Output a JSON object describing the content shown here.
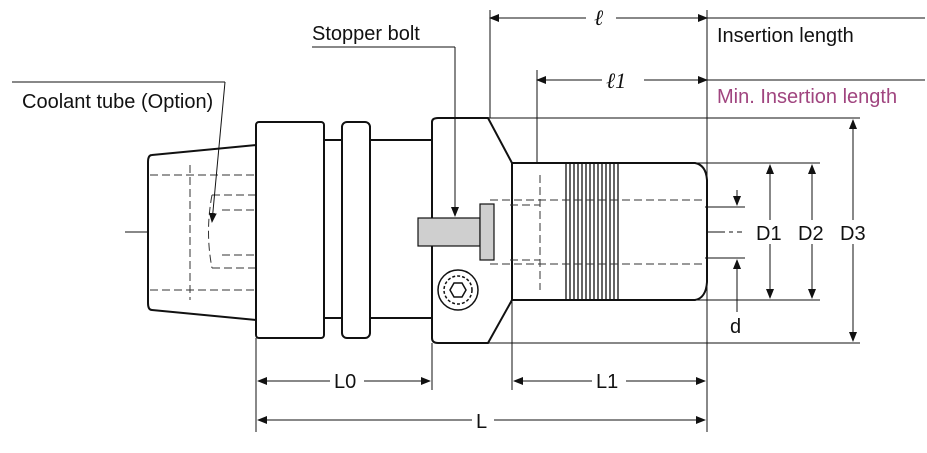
{
  "labels": {
    "stopper_bolt": "Stopper bolt",
    "coolant_tube": "Coolant tube (Option)",
    "insertion_length": "Insertion length",
    "min_insertion_length": "Min. Insertion length",
    "ell": "ℓ",
    "ell1": "ℓ1",
    "d1": "D1",
    "d2": "D2",
    "d3": "D3",
    "d": "d",
    "l0": "L0",
    "l1": "L1",
    "l": "L"
  },
  "colors": {
    "line": "#111111",
    "hidden_line": "#333333",
    "accent": "#a0457f",
    "body_fill": "#ffffff",
    "bolt_fill": "#cfcfcf"
  }
}
